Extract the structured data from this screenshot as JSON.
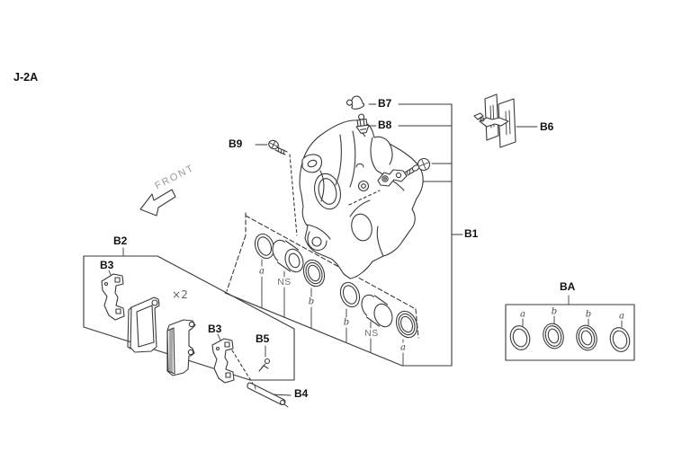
{
  "page": {
    "code": "J-2A"
  },
  "labels": {
    "b1": "B1",
    "b2": "B2",
    "b3_left": "B3",
    "b3_right": "B3",
    "b4": "B4",
    "b5": "B5",
    "b6": "B6",
    "b7": "B7",
    "b8": "B8",
    "b9": "B9",
    "ba": "BA"
  },
  "annotations": {
    "front": "FRONT",
    "multiplier": "×2",
    "main_callouts": [
      "a",
      "NS",
      "b",
      "b",
      "NS",
      "a"
    ],
    "ba_callouts": [
      "a",
      "b",
      "b",
      "a"
    ]
  },
  "colors": {
    "line": "#3a3a3a",
    "label_text": "#111111",
    "muted_text": "#9b9b9b",
    "background": "#ffffff"
  }
}
